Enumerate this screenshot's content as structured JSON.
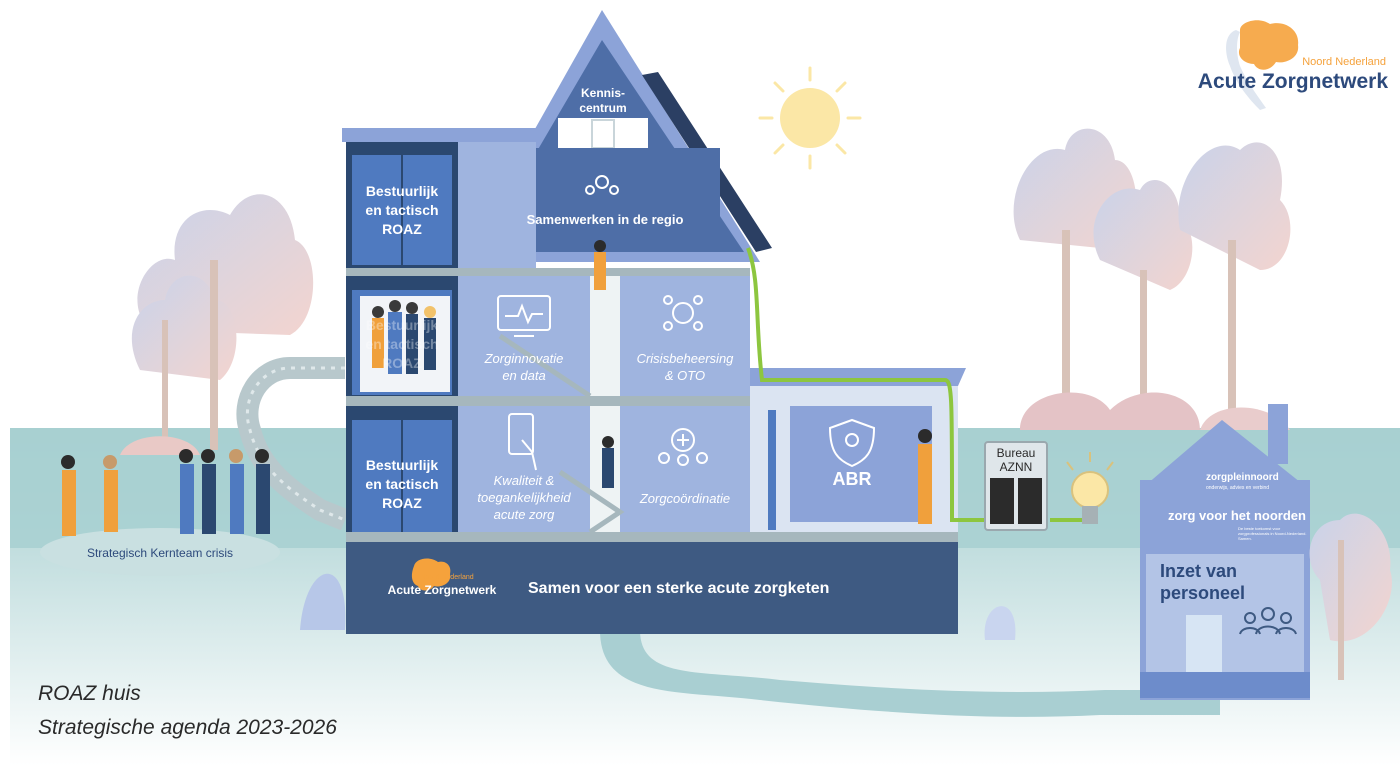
{
  "logo": {
    "region": "Noord Nederland",
    "name": "Acute Zorgnetwerk"
  },
  "roof": {
    "top_room": "Kennis-\ncentrum",
    "upper_room": "Samenwerken in de regio"
  },
  "left_column": {
    "top": "Bestuurlijk\nen tactisch\nROAZ",
    "middle": "Bestuurlijk\nen tactisch\nROAZ",
    "bottom": "Bestuurlijk\nen tactisch\nROAZ"
  },
  "rooms": {
    "zorginnovatie": "Zorginnovatie\nen data",
    "crisisbeheersing": "Crisisbeheersing\n& OTO",
    "kwaliteit": "Kwaliteit &\ntoegankelijkheid\nacute zorg",
    "zorgcoordinatie": "Zorgcoördinatie",
    "abr": "ABR"
  },
  "foundation": {
    "logo_region": "Noord Nederland",
    "logo_name": "Acute Zorgnetwerk",
    "slogan": "Samen voor een sterke acute zorgketen"
  },
  "bureau": "Bureau\nAZNN",
  "team_label": "Strategisch Kernteam crisis",
  "small_house": {
    "logo1": "zorgpleinnoord",
    "logo1_sub": "onderwijs, advies en verbind",
    "logo2": "zorg voor het noorden",
    "logo2_sub": "De beste toekomst voor zorgprofessionals in Noord-Nederland. Samen.",
    "title": "Inzet van\npersoneel"
  },
  "caption": {
    "line1": "ROAZ huis",
    "line2": "Strategische agenda 2023-2026"
  },
  "colors": {
    "house_dark": "#3e5a82",
    "house_mid": "#8da5d6",
    "room_blue": "#4f7ac0",
    "water": "#a8cfd0",
    "accent_orange": "#f0a03c",
    "cable_green": "#8dc63f"
  }
}
